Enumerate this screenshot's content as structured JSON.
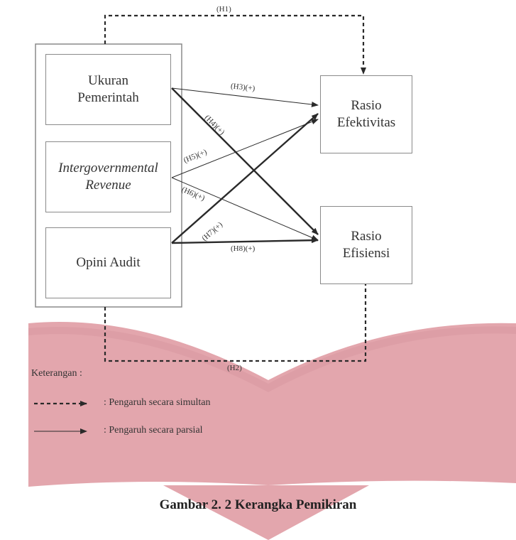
{
  "diagram": {
    "nodes": {
      "ukuran": [
        "Ukuran",
        "Pemerintah"
      ],
      "intergov": [
        "Intergovernmental",
        "Revenue"
      ],
      "opini": "Opini Audit",
      "efektivitas": [
        "Rasio",
        "Efektivitas"
      ],
      "efisiensi": [
        "Rasio",
        "Efisiensi"
      ]
    },
    "hypotheses": {
      "h1": "(H1)",
      "h2": "(H2)",
      "h3": "(H3)(+)",
      "h4": "(H4)(+)",
      "h5": "(H5)(+)",
      "h6": "(H6)(+)",
      "h7": "(H7)(+)",
      "h8": "(H8)(+)"
    },
    "legend": {
      "title": "Keterangan  :",
      "simultaneous": ": Pengaruh secara simultan",
      "partial": ": Pengaruh secara parsial"
    },
    "caption": "Gambar 2. 2 Kerangka Pemikiran",
    "colors": {
      "book_background": "#e3a6ad",
      "box_border": "#8a8a8a",
      "arrow": "#2a2a2a"
    }
  }
}
